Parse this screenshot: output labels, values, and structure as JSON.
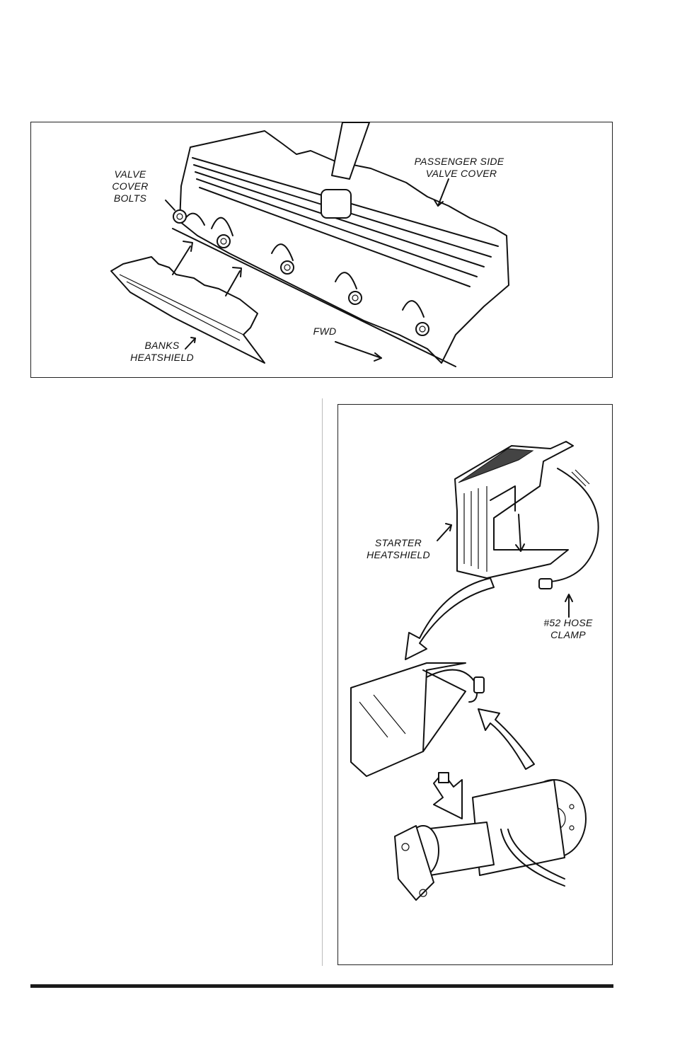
{
  "figure_top": {
    "labels": {
      "valve_cover_bolts": [
        "VALVE",
        "COVER",
        "BOLTS"
      ],
      "passenger_side": [
        "PASSENGER SIDE",
        "VALVE COVER"
      ],
      "banks_heatshield": [
        "BANKS",
        "HEATSHIELD"
      ],
      "fwd": "FWD"
    }
  },
  "figure_side": {
    "labels": {
      "starter_heatshield": [
        "STARTER",
        "HEATSHIELD"
      ],
      "hose_clamp": [
        "#52 HOSE",
        "CLAMP"
      ]
    }
  }
}
